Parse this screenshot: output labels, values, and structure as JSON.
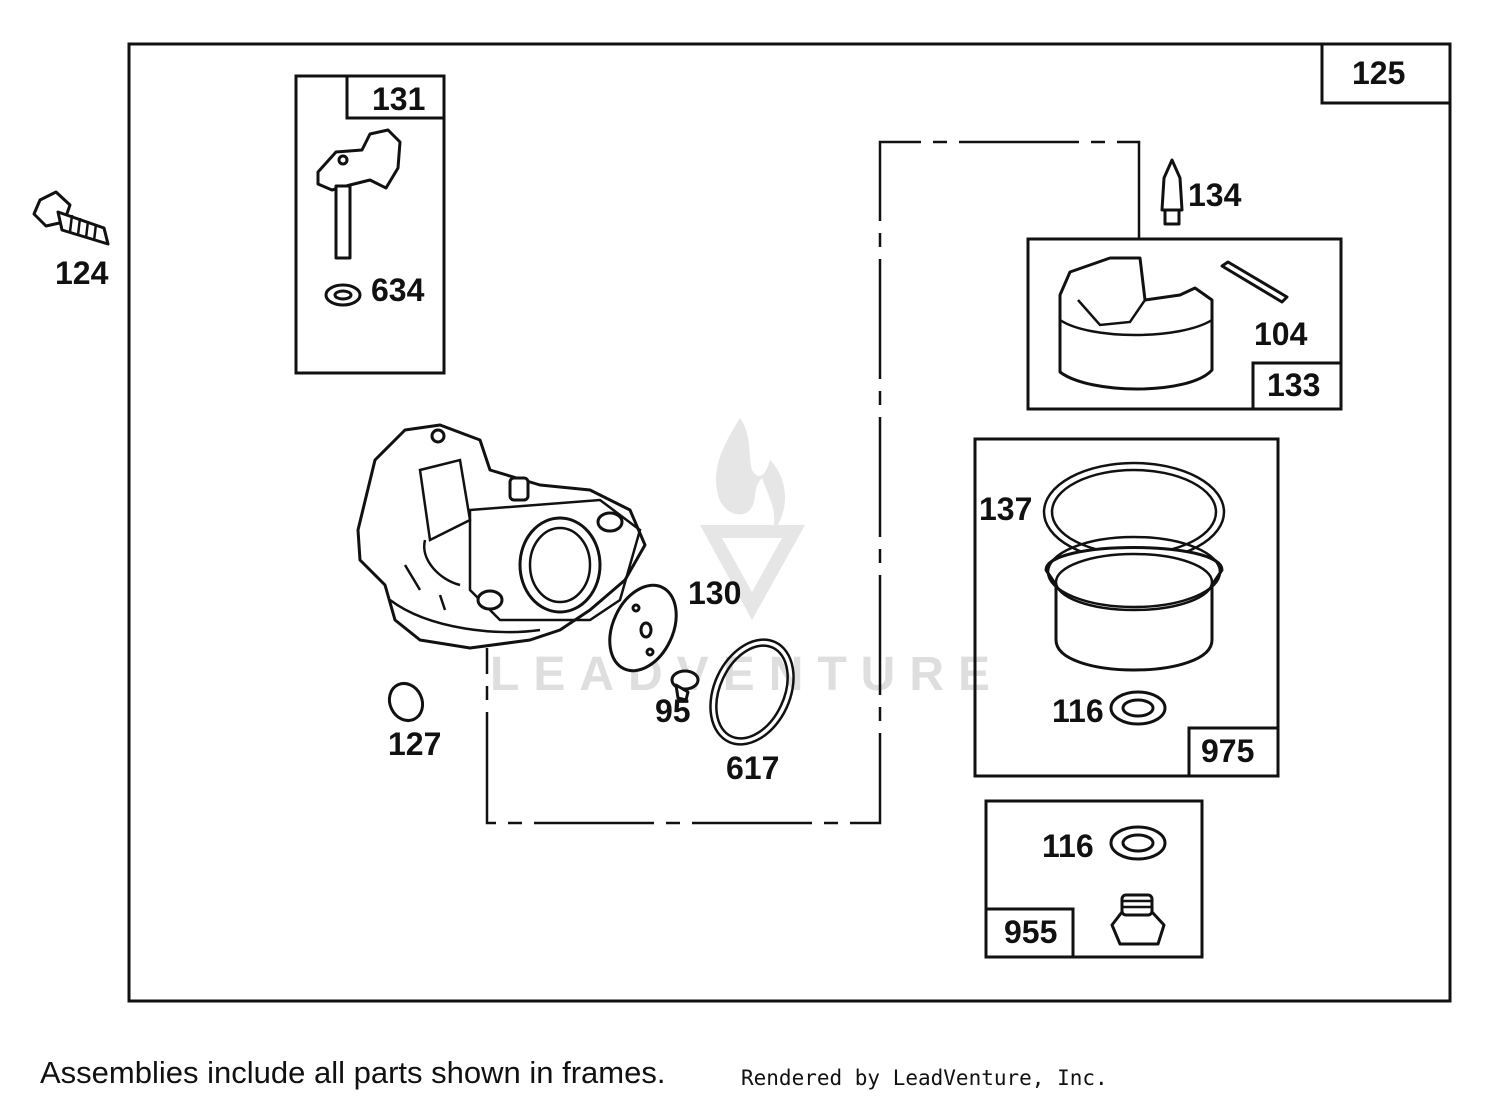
{
  "colors": {
    "ink": "#111111",
    "background": "#ffffff",
    "watermark": "#dedede"
  },
  "watermark": {
    "text": "LEADVENTURE"
  },
  "parts": {
    "p125": "125",
    "p131": "131",
    "p634": "634",
    "p124": "124",
    "p134": "134",
    "p104": "104",
    "p133": "133",
    "p137": "137",
    "p116a": "116",
    "p975": "975",
    "p130": "130",
    "p95": "95",
    "p617": "617",
    "p127": "127",
    "p116b": "116",
    "p955": "955"
  },
  "footer": {
    "note": "Assemblies include all parts shown in frames.",
    "credit": "Rendered by LeadVenture, Inc."
  }
}
